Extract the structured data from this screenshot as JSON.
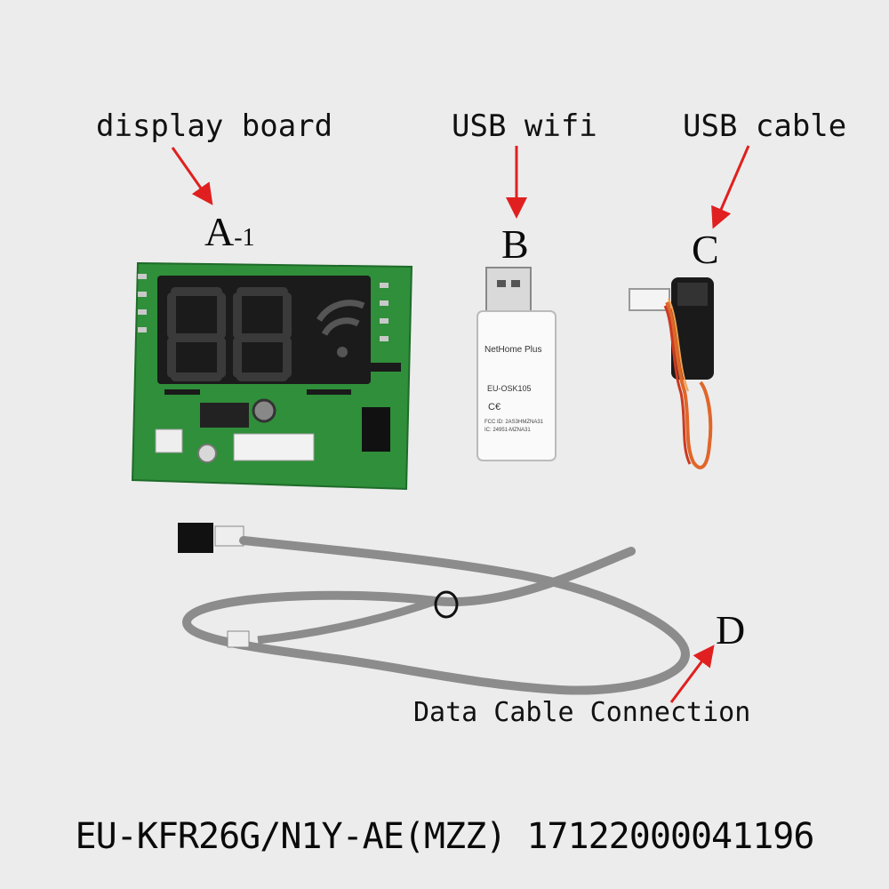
{
  "labels": {
    "display_board": "display board",
    "usb_wifi": "USB wifi",
    "usb_cable": "USB cable",
    "data_cable": "Data Cable Connection"
  },
  "letters": {
    "a": "A",
    "a_suffix": "-1",
    "b": "B",
    "c": "C",
    "d": "D"
  },
  "wifi_module": {
    "brand": "NetHome Plus",
    "model": "EU-OSK105",
    "cert_line1": "FCC ID: 2AS3HMZNA31",
    "cert_line2": "IC: 24951-MZNA31"
  },
  "footer": {
    "part_number": "EU-KFR26G/N1Y-AE(MZZ) 17122000041196"
  },
  "colors": {
    "arrow": "#e02020",
    "pcb": "#2f8f3a",
    "background": "#ececec"
  }
}
